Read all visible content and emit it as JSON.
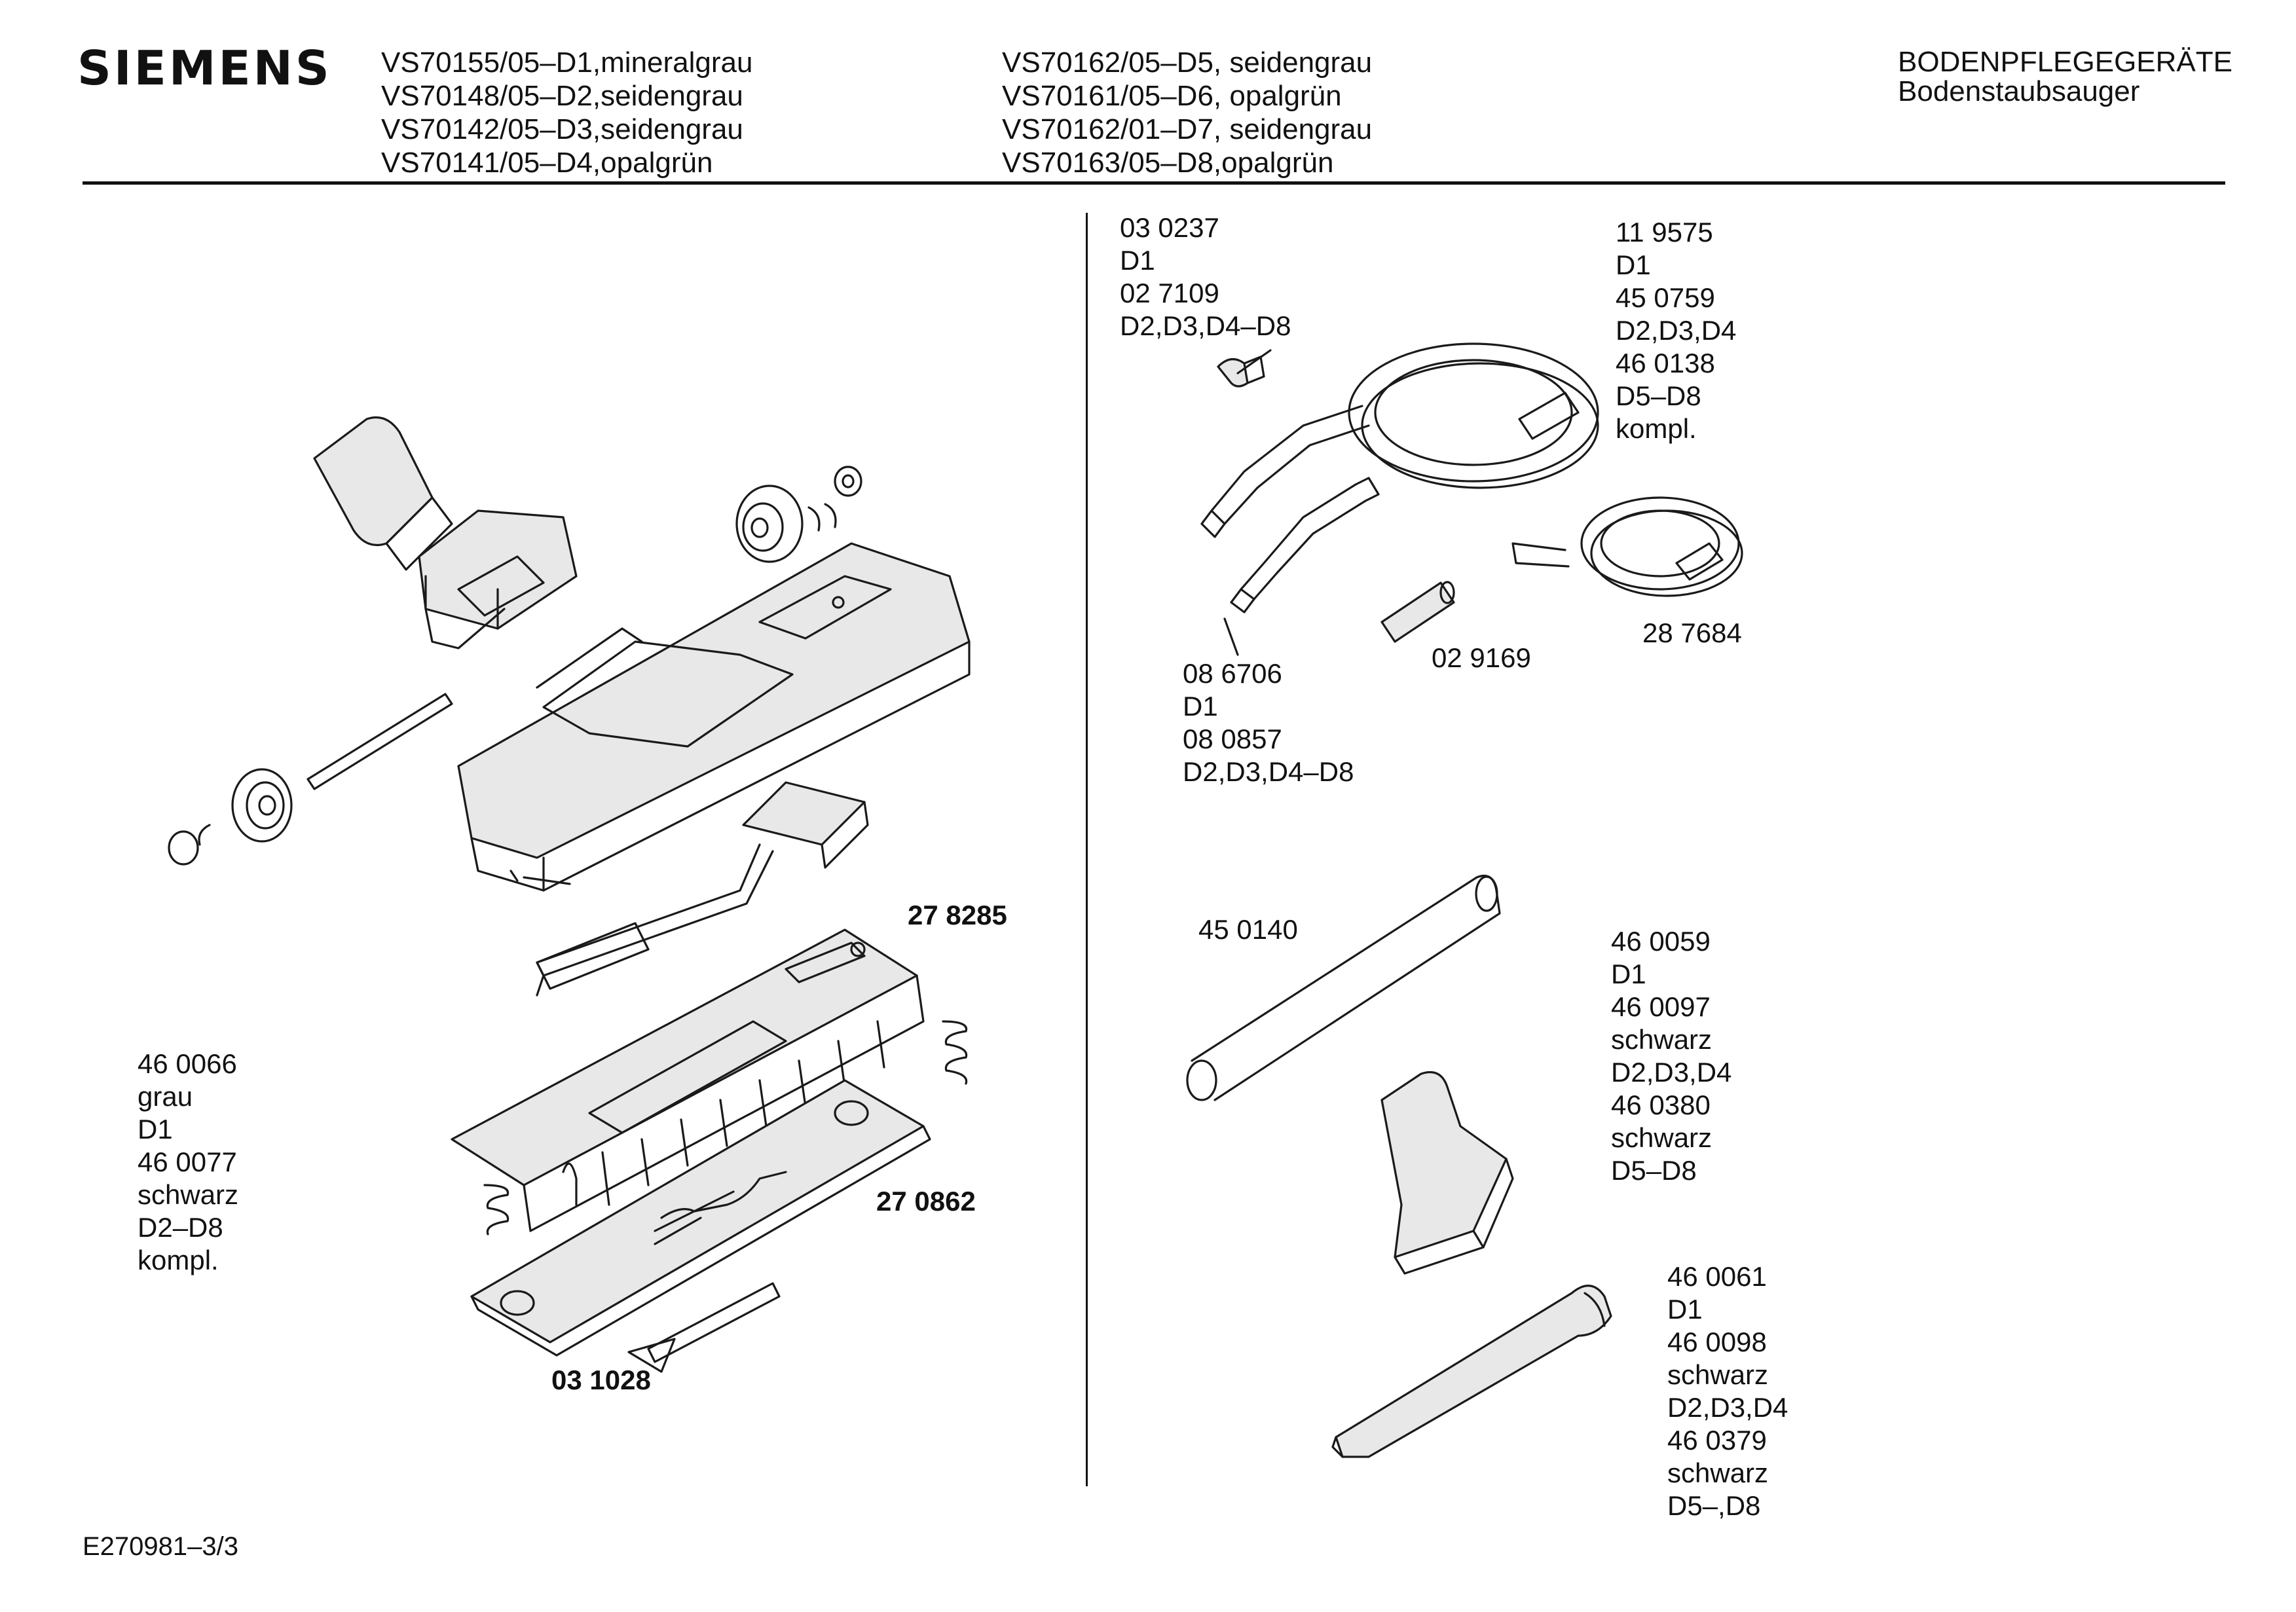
{
  "header": {
    "brand": "SIEMENS",
    "models_left": [
      "VS70155/05–D1,mineralgrau",
      "VS70148/05–D2,seidengrau",
      "VS70142/05–D3,seidengrau",
      "VS70141/05–D4,opalgrün"
    ],
    "models_right": [
      "VS70162/05–D5, seidengrau",
      "VS70161/05–D6, opalgrün",
      "VS70162/01–D7, seidengrau",
      "VS70163/05–D8,opalgrün"
    ],
    "category": "BODENPFLEGEGERÄTE",
    "subcategory": "Bodenstaubsauger"
  },
  "labels": {
    "l_460066": [
      "46 0066",
      "grau",
      "D1",
      "46 0077",
      "schwarz",
      "D2–D8",
      "kompl."
    ],
    "l_278285": "27 8285",
    "l_270862": "27 0862",
    "l_031028": "03 1028",
    "l_030237": [
      "03 0237",
      "D1",
      "02 7109",
      "D2,D3,D4–D8"
    ],
    "l_119575": [
      "11 9575",
      "D1",
      "45 0759",
      "D2,D3,D4",
      "46 0138",
      "D5–D8",
      "kompl."
    ],
    "l_086706": [
      "08 6706",
      "D1",
      "08 0857",
      "D2,D3,D4–D8"
    ],
    "l_029169": "02 9169",
    "l_287684": "28 7684",
    "l_450140": "45 0140",
    "l_460059": [
      "46 0059",
      "D1",
      "46 0097",
      "schwarz",
      "D2,D3,D4",
      "46 0380",
      "schwarz",
      "D5–D8"
    ],
    "l_460061": [
      "46 0061",
      "D1",
      "46 0098",
      "schwarz",
      "D2,D3,D4",
      "46 0379",
      "schwarz",
      "D5–,D8"
    ]
  },
  "footer": {
    "doc_id": "E270981–3/3"
  }
}
